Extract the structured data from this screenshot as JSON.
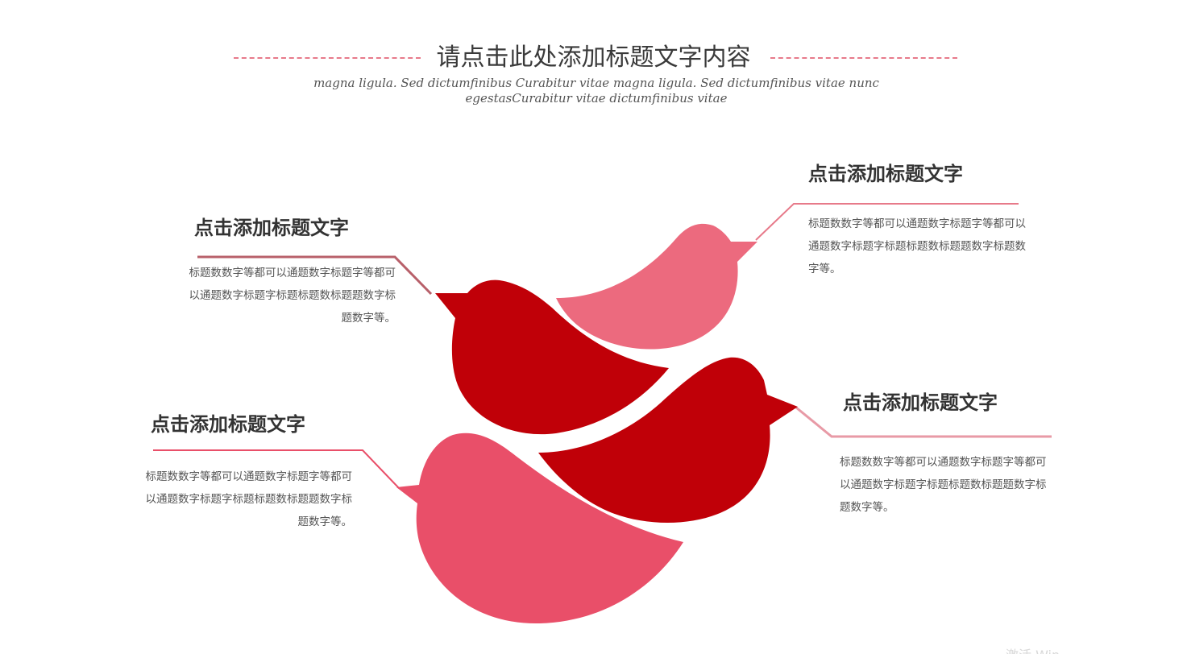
{
  "header": {
    "title": "请点击此处添加标题文字内容",
    "subtitle": "magna ligula. Sed dictumfinibus Curabitur vitae magna ligula. Sed dictumfinibus vitae nunc egestasCurabitur vitae dictumfinibus vitae"
  },
  "blocks": {
    "top_left": {
      "title": "点击添加标题文字",
      "body": "标题数数字等都可以通题数字标题字等都可以通题数字标题字标题标题数标题题数字标题数字等。"
    },
    "top_right": {
      "title": "点击添加标题文字",
      "body": "标题数数字等都可以通题数字标题字等都可以通题数字标题字标题标题数标题题数字标题数字等。"
    },
    "bottom_left": {
      "title": "点击添加标题文字",
      "body": "标题数数字等都可以通题数字标题字等都可以通题数字标题字标题标题数标题题数字标题数字等。"
    },
    "bottom_right": {
      "title": "点击添加标题文字",
      "body": "标题数数字等都可以通题数字标题字等都可以通题数字标题字标题标题数标题题数字标题数字等。"
    }
  },
  "colors": {
    "bird_dark": "#c00008",
    "bird_light": "#ec6a7e",
    "bird_mid": "#e94f69",
    "accent_line": "#e77a8a",
    "text_dark": "#333333"
  },
  "watermark": "激活 Win"
}
